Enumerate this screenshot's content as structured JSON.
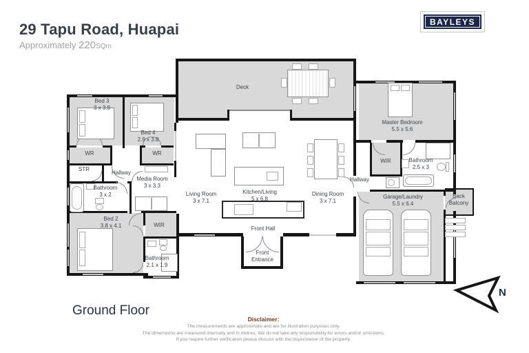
{
  "header": {
    "title": "29 Tapu Road, Huapai",
    "approx_label": "Approximately",
    "area_value": "220",
    "area_unit": "SQm",
    "brand": "BAYLEYS"
  },
  "plan": {
    "rooms": {
      "deck": {
        "name": "Deck"
      },
      "bed3": {
        "name": "Bed 3",
        "dims": "3 x 3.8"
      },
      "bed4": {
        "name": "Bed 4",
        "dims": "2.9 x 3.8"
      },
      "wr_bed3": {
        "name": "WR"
      },
      "wr_bed4": {
        "name": "WR"
      },
      "str": {
        "name": "STR"
      },
      "hallway_left": {
        "name": "Hallway"
      },
      "bathroom_left": {
        "name": "Bathroom",
        "dims": "3 x 2"
      },
      "media_room": {
        "name": "Media Room",
        "dims": "3 x 3.3"
      },
      "bed2": {
        "name": "Bed 2",
        "dims": "3.8 x 4.1"
      },
      "wir_bed2": {
        "name": "WIR"
      },
      "bathroom_bed2": {
        "name": "Bathroom",
        "dims": "2.1 x 1.9"
      },
      "living_room": {
        "name": "Living Room",
        "dims": "3 x 7.1"
      },
      "kitchen_living": {
        "name": "Kitchen/Living",
        "dims": "5 x 6.8"
      },
      "dining_room": {
        "name": "Dining Room",
        "dims": "3 x 7.1"
      },
      "front_hall": {
        "name": "Front Hall"
      },
      "front_entrance": {
        "name": "Front Entrance"
      },
      "master_bedroom": {
        "name": "Master Bedroom",
        "dims": "5.5 x 5.6"
      },
      "wir_master": {
        "name": "WIR"
      },
      "bathroom_master": {
        "name": "Bathroom",
        "dims": "2.5 x 3"
      },
      "hallway_right": {
        "name": "Hallway"
      },
      "garage_laundry": {
        "name": "Garage/Laundry",
        "dims": "5.5 x 6.4"
      },
      "back_balcony": {
        "name": "Back Balcony"
      }
    },
    "compass_label": "N"
  },
  "footer": {
    "floor_label": "Ground Floor",
    "disclaimer_heading": "Disclaimer:",
    "disclaimer_lines": [
      "The measurements are approximate and are for illustration purposes only.",
      "The dimensions are measured internally and in metres. We do not take any responsibility for errors and/or omissions.",
      "If you require further verification please discuss with the buyer/owner of the property."
    ]
  },
  "colors": {
    "room_fill": "#d9d9d9",
    "wall": "#161616",
    "label_text": "#3e434a",
    "brand_navy": "#1c2849",
    "title_text": "#3a3f47",
    "muted_text": "#a2a2a2",
    "floor_label_text": "#2b3147",
    "disclaimer_heading": "#6b3a2b",
    "disclaimer_text": "#8f8f8f"
  }
}
